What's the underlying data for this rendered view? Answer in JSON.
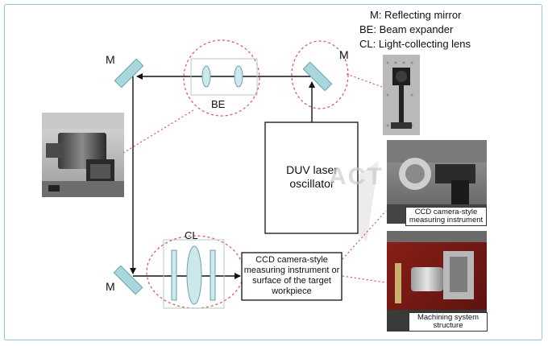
{
  "legend": {
    "m": "M: Reflecting mirror",
    "be": "BE: Beam expander",
    "cl": "CL: Light-collecting lens"
  },
  "labels": {
    "mirror_top_left": "M",
    "mirror_top_right": "M",
    "mirror_bottom_left": "M",
    "beam_expander": "BE",
    "collecting_lens": "CL"
  },
  "laser_box": "DUV laser oscillator",
  "target_box": "CCD camera-style measuring instrument or surface of the target workpiece",
  "watermark": "ACT",
  "photo_captions": {
    "ccd": "CCD camera-style measuring instrument",
    "machining": "Machining system structure"
  },
  "colors": {
    "mirror_fill": "#a8d8dd",
    "mirror_stroke": "#6aa3ad",
    "lens_fill": "#cde8ea",
    "dashed_circle": "#d9534f",
    "frame": "#8fc7df",
    "beam": "#111111"
  }
}
